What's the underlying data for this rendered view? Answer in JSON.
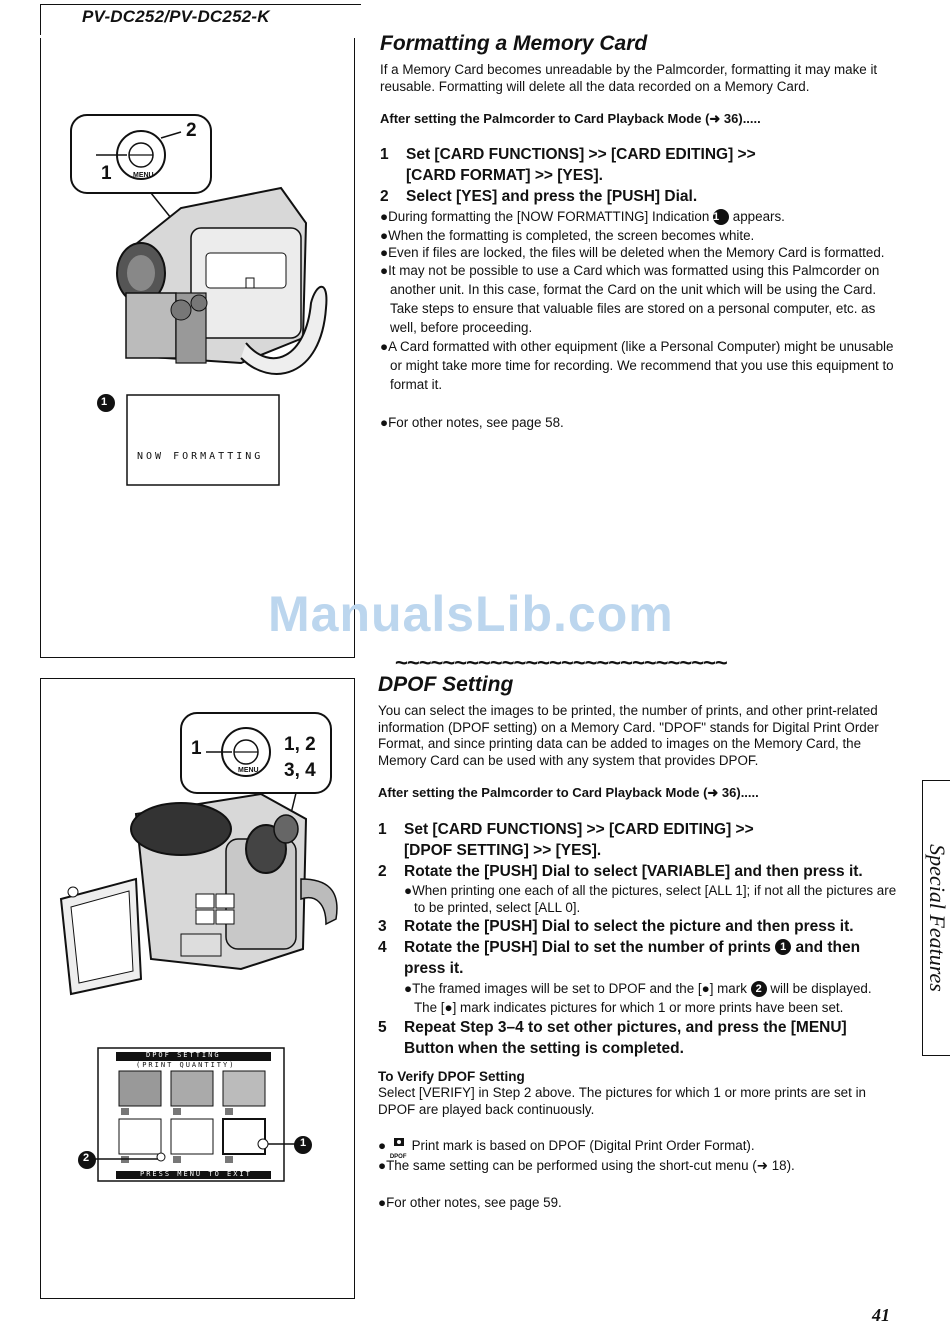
{
  "header": {
    "model": "PV-DC252/PV-DC252-K"
  },
  "watermark": "ManualsLib.com",
  "side_tab": "Special Features",
  "page_number": "41",
  "illustration_top": {
    "callout_1": "1",
    "callout_2": "2",
    "dial_label": "MENU",
    "indicator_num": "1",
    "screen_text": "NOW FORMATTING"
  },
  "illustration_bottom": {
    "callout_1": "1",
    "callout_a": "1, 2",
    "callout_b": "3, 4",
    "dial_label": "MENU",
    "screen_title": "DPOF SETTING",
    "screen_sub": "(PRINT QUANTITY)",
    "screen_footer": "PRESS MENU TO EXIT",
    "marker_1": "1",
    "marker_2": "2"
  },
  "format_section": {
    "title": "Formatting a Memory Card",
    "intro": "If a Memory Card becomes unreadable by the Palmcorder, formatting it may make it reusable. Formatting will delete all the data recorded on a Memory Card.",
    "after": "After setting the Palmcorder to Card Playback Mode (➜ 36).....",
    "step1_num": "1",
    "step1_a": "Set [CARD FUNCTIONS] >> [CARD EDITING] >>",
    "step1_b": "[CARD FORMAT] >> [YES].",
    "step2_num": "2",
    "step2": "Select [YES] and press the [PUSH] Dial.",
    "note1_a": "●During formatting the [NOW FORMATTING] Indication",
    "note1_num": "1",
    "note1_b": "appears.",
    "note2": "●When the formatting is completed, the screen becomes white.",
    "note3": "●Even if files are locked, the files will be deleted when the Memory Card is formatted.",
    "note4": "●It may not be possible to use a Card which was formatted using this Palmcorder on another unit. In this case, format the Card on the unit which will be using the Card. Take steps to ensure that valuable files are stored on a personal computer, etc. as well, before proceeding.",
    "note5": "●A Card formatted with other equipment (like a Personal Computer) might be unusable or might take more time for recording. We recommend that you use this equipment to format it.",
    "other": "●For other notes, see page 58."
  },
  "divider": "~~~~~~~~~~~~~~~~~~~~~~~~~~~~",
  "dpof_section": {
    "title": "DPOF Setting",
    "intro": "You can select the images to be printed, the number of prints, and other print-related information (DPOF setting) on a Memory Card. \"DPOF\" stands for Digital Print Order Format, and since printing data can be added to images on the Memory Card, the Memory Card can be used with any system that provides DPOF.",
    "after": "After setting the Palmcorder to Card Playback Mode (➜ 36).....",
    "step1_num": "1",
    "step1_a": "Set [CARD FUNCTIONS] >> [CARD EDITING] >>",
    "step1_b": "[DPOF SETTING] >> [YES].",
    "step2_num": "2",
    "step2": "Rotate the [PUSH] Dial to select [VARIABLE] and then press it.",
    "step2_note": "●When printing one each of all the pictures, select [ALL 1]; if not all the pictures are to be printed, select [ALL 0].",
    "step3_num": "3",
    "step3": "Rotate the [PUSH] Dial to select the picture and then press it.",
    "step4_num": "4",
    "step4_a": "Rotate the [PUSH] Dial to set the number of prints",
    "step4_circ": "1",
    "step4_b": "and then press it.",
    "step4_note_a": "●The framed images will be set to DPOF and the [●] mark",
    "step4_note_circ": "2",
    "step4_note_b": "will be displayed. The [●] mark indicates pictures for which 1 or more prints have been set.",
    "step5_num": "5",
    "step5": "Repeat Step 3–4 to set other pictures, and press the [MENU] Button when the setting is completed.",
    "verify_title": "To Verify DPOF Setting",
    "verify_text": "Select [VERIFY] in Step 2 above. The pictures for which 1 or more prints are set in DPOF are played back continuously.",
    "print_mark_icon_label": "DPOF",
    "bullet_a": "Print mark is based on DPOF (Digital Print Order Format).",
    "bullet_b": "●The same setting can be performed using the short-cut menu (➜ 18).",
    "other": "●For other notes, see page 59."
  }
}
